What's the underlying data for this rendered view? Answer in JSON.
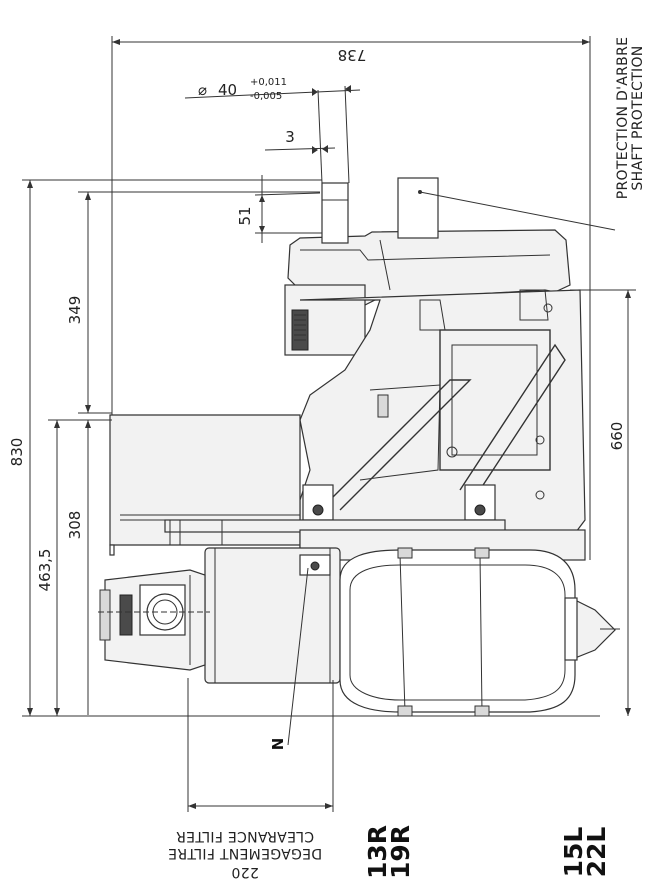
{
  "dimensions": {
    "overall_length": "738",
    "shaft_diameter": "40",
    "shaft_tol_upper": "+0,011",
    "shaft_tol_lower": "-0,005",
    "key_width": "3",
    "shaft_length": "51",
    "height_total": "830",
    "height_upper": "349",
    "height_lower_a": "463,5",
    "height_lower_b": "308",
    "width_right": "660",
    "filter_clearance": "220"
  },
  "labels": {
    "shaft_protection_fr": "PROTECTION D'ARBRE",
    "shaft_protection_en": "SHAFT PROTECTION",
    "filter_fr": "DEGAGEMENT FILTRE",
    "filter_en": "CLEARANCE FILTER",
    "n_marker": "N",
    "phi_symbol": "⌀"
  },
  "models": {
    "a1": "13R",
    "a2": "19R",
    "b1": "15L",
    "b2": "22L"
  }
}
